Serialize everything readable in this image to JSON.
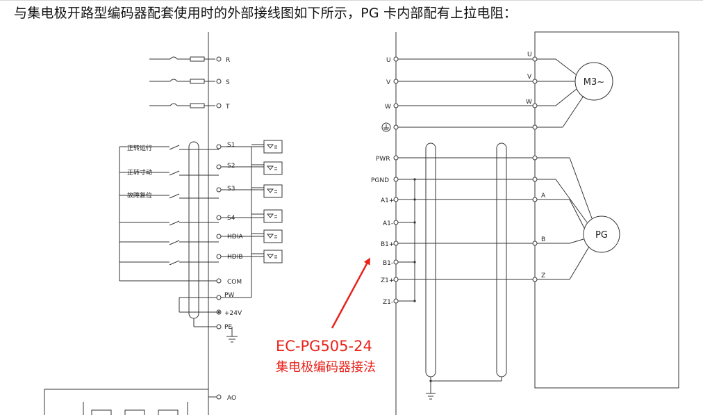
{
  "heading": "与集电极开路型编码器配套使用时的外部接线图如下所示，PG 卡内部配有上拉电阻：",
  "power_inputs": [
    "R",
    "S",
    "T"
  ],
  "control_terminals": [
    "S1",
    "S2",
    "S3",
    "S4",
    "HDIA",
    "HDIB",
    "COM",
    "PW",
    "+24V",
    "PE",
    "AO"
  ],
  "switch_labels": [
    "正转运行",
    "正转寸动",
    "故障复位"
  ],
  "output_terminals": [
    "U",
    "V",
    "W"
  ],
  "motor_terminals": [
    "U",
    "V",
    "W"
  ],
  "motor_label": "M3~",
  "pg_terminals": [
    "PWR",
    "PGND",
    "A1+",
    "A1-",
    "B1+",
    "B1-",
    "Z1+",
    "Z1-"
  ],
  "encoder_channels": [
    "A",
    "B",
    "Z"
  ],
  "encoder_label": "PG",
  "annotation": {
    "title": "EC-PG505-24",
    "subtitle": "集电极编码器接法",
    "color": "#e8221b"
  },
  "colors": {
    "wire": "#333333",
    "accent": "#e8221b"
  }
}
